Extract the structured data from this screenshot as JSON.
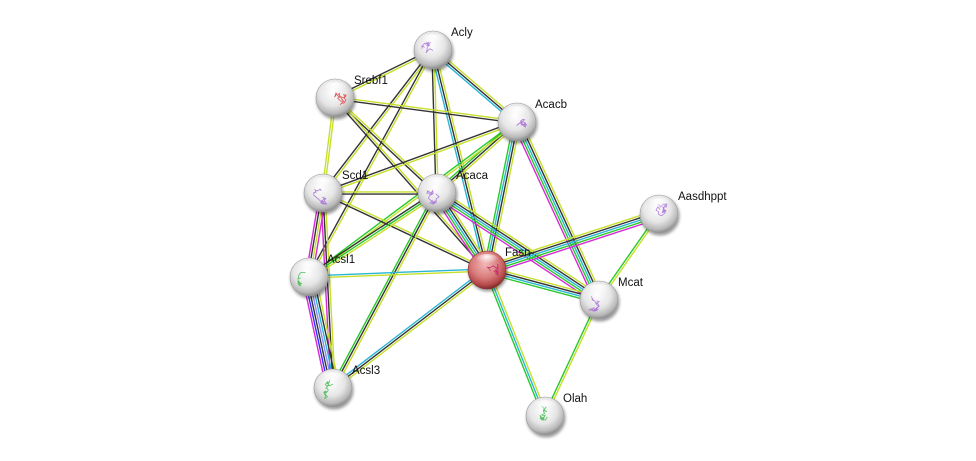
{
  "network": {
    "nodes": [
      {
        "id": "Acly",
        "label": "Acly",
        "query": false,
        "art": "#a56ad6"
      },
      {
        "id": "Srebf1",
        "label": "Srebf1",
        "query": false,
        "art": "#d94040"
      },
      {
        "id": "Acacb",
        "label": "Acacb",
        "query": false,
        "art": "#a56ad6"
      },
      {
        "id": "Scd1",
        "label": "Scd1",
        "query": false,
        "art": "#a56ad6"
      },
      {
        "id": "Acaca",
        "label": "Acaca",
        "query": false,
        "art": "#a56ad6"
      },
      {
        "id": "Aasdhppt",
        "label": "Aasdhppt",
        "query": false,
        "art": "#a56ad6"
      },
      {
        "id": "Fasn",
        "label": "Fasn",
        "query": true,
        "art": "#c0206a"
      },
      {
        "id": "Acsl1",
        "label": "Acsl1",
        "query": false,
        "art": "#3cb84a"
      },
      {
        "id": "Mcat",
        "label": "Mcat",
        "query": false,
        "art": "#a56ad6"
      },
      {
        "id": "Acsl3",
        "label": "Acsl3",
        "query": false,
        "art": "#3cb84a"
      },
      {
        "id": "Olah",
        "label": "Olah",
        "query": false,
        "art": "#3cb84a"
      }
    ],
    "edge_colors": {
      "textmining": "#c7df2a",
      "coexpression": "#333333",
      "database": "#2bb6d6",
      "experiments": "#d62ad6",
      "neighborhood": "#2ac92a",
      "homology": "#8888ff",
      "fusion": "#3030ff"
    },
    "edges": [
      {
        "a": "Acly",
        "b": "Srebf1",
        "types": [
          "textmining",
          "coexpression"
        ]
      },
      {
        "a": "Acly",
        "b": "Acacb",
        "types": [
          "textmining",
          "coexpression",
          "database"
        ]
      },
      {
        "a": "Acly",
        "b": "Scd1",
        "types": [
          "textmining",
          "coexpression"
        ]
      },
      {
        "a": "Acly",
        "b": "Acaca",
        "types": [
          "textmining",
          "coexpression"
        ]
      },
      {
        "a": "Acly",
        "b": "Fasn",
        "types": [
          "textmining",
          "coexpression",
          "database"
        ]
      },
      {
        "a": "Acly",
        "b": "Acsl1",
        "types": [
          "textmining",
          "coexpression"
        ]
      },
      {
        "a": "Srebf1",
        "b": "Acacb",
        "types": [
          "textmining",
          "coexpression"
        ]
      },
      {
        "a": "Srebf1",
        "b": "Scd1",
        "types": [
          "textmining",
          "textmining"
        ]
      },
      {
        "a": "Srebf1",
        "b": "Acaca",
        "types": [
          "textmining",
          "coexpression"
        ]
      },
      {
        "a": "Srebf1",
        "b": "Fasn",
        "types": [
          "textmining",
          "coexpression"
        ]
      },
      {
        "a": "Acacb",
        "b": "Scd1",
        "types": [
          "textmining",
          "coexpression"
        ]
      },
      {
        "a": "Acacb",
        "b": "Acaca",
        "types": [
          "textmining",
          "coexpression",
          "neighborhood"
        ]
      },
      {
        "a": "Acacb",
        "b": "Fasn",
        "types": [
          "textmining",
          "coexpression",
          "database",
          "neighborhood"
        ]
      },
      {
        "a": "Acacb",
        "b": "Acsl1",
        "types": [
          "textmining",
          "neighborhood"
        ]
      },
      {
        "a": "Acacb",
        "b": "Mcat",
        "types": [
          "textmining",
          "coexpression",
          "database",
          "neighborhood",
          "experiments"
        ]
      },
      {
        "a": "Scd1",
        "b": "Acaca",
        "types": [
          "textmining",
          "coexpression"
        ]
      },
      {
        "a": "Scd1",
        "b": "Fasn",
        "types": [
          "textmining",
          "coexpression"
        ]
      },
      {
        "a": "Scd1",
        "b": "Acsl1",
        "types": [
          "experiments",
          "textmining",
          "coexpression",
          "experiments"
        ]
      },
      {
        "a": "Scd1",
        "b": "Acsl3",
        "types": [
          "textmining",
          "coexpression",
          "experiments"
        ]
      },
      {
        "a": "Acaca",
        "b": "Fasn",
        "types": [
          "textmining",
          "coexpression",
          "database",
          "neighborhood",
          "experiments"
        ]
      },
      {
        "a": "Acaca",
        "b": "Acsl1",
        "types": [
          "textmining",
          "neighborhood",
          "coexpression"
        ]
      },
      {
        "a": "Acaca",
        "b": "Acsl3",
        "types": [
          "textmining",
          "coexpression",
          "neighborhood"
        ]
      },
      {
        "a": "Acaca",
        "b": "Mcat",
        "types": [
          "textmining",
          "coexpression",
          "database",
          "neighborhood",
          "experiments"
        ]
      },
      {
        "a": "Fasn",
        "b": "Aasdhppt",
        "types": [
          "textmining",
          "coexpression",
          "database",
          "neighborhood",
          "experiments"
        ]
      },
      {
        "a": "Fasn",
        "b": "Mcat",
        "types": [
          "textmining",
          "coexpression",
          "database",
          "neighborhood"
        ]
      },
      {
        "a": "Fasn",
        "b": "Acsl1",
        "types": [
          "textmining",
          "database"
        ]
      },
      {
        "a": "Fasn",
        "b": "Acsl3",
        "types": [
          "textmining",
          "coexpression",
          "database"
        ]
      },
      {
        "a": "Fasn",
        "b": "Olah",
        "types": [
          "textmining",
          "database",
          "neighborhood"
        ]
      },
      {
        "a": "Aasdhppt",
        "b": "Mcat",
        "types": [
          "textmining",
          "neighborhood"
        ]
      },
      {
        "a": "Mcat",
        "b": "Olah",
        "types": [
          "textmining",
          "neighborhood"
        ]
      },
      {
        "a": "Acsl1",
        "b": "Acsl3",
        "types": [
          "textmining",
          "coexpression",
          "database",
          "homology",
          "coexpression",
          "fusion",
          "experiments"
        ]
      }
    ]
  }
}
